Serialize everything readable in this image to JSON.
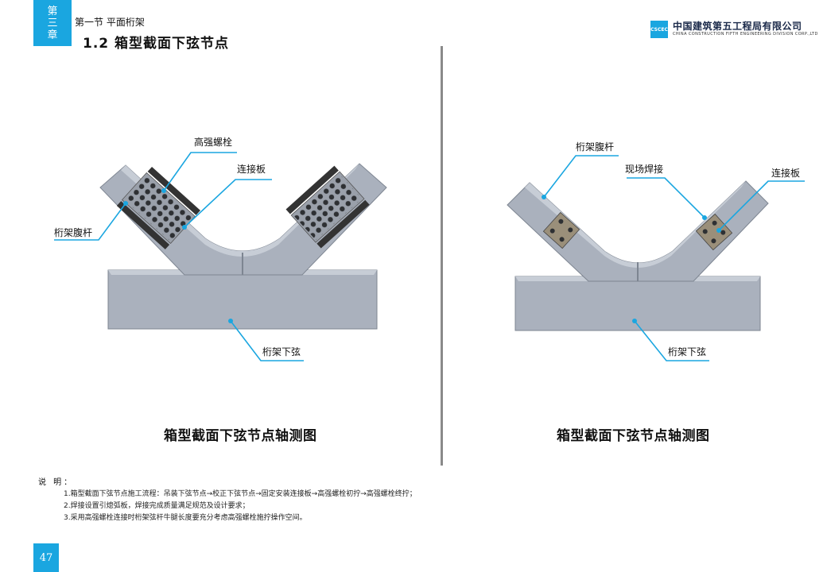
{
  "header": {
    "chapter_line1": "第",
    "chapter_line2": "三",
    "chapter_line3": "章",
    "section": "第一节  平面桁架",
    "title": "1.2 箱型截面下弦节点",
    "company_cn": "中国建筑第五工程局有限公司",
    "company_en": "CHINA CONSTRUCTION FIFTH ENGINEERING DIVISION CORP.,LTD"
  },
  "left_figure": {
    "callout_bolt": "高强螺栓",
    "callout_plate": "连接板",
    "callout_web": "桁架腹杆",
    "callout_chord": "桁架下弦",
    "caption": "箱型截面下弦节点轴测图"
  },
  "right_figure": {
    "callout_web": "桁架腹杆",
    "callout_weld": "现场焊接",
    "callout_plate": "连接板",
    "callout_chord": "桁架下弦",
    "caption": "箱型截面下弦节点轴测图"
  },
  "notes": {
    "heading": "说  明：",
    "items": [
      "1.箱型截面下弦节点施工流程：吊装下弦节点→校正下弦节点→固定安装连接板→高强螺栓初拧→高强螺栓终拧；",
      "2.焊接设置引熄弧板，焊接完成质量满足规范及设计要求；",
      "3.采用高强螺栓连接时桁架弦杆牛腿长度要充分考虑高强螺栓施拧操作空间。"
    ]
  },
  "page_number": "47",
  "colors": {
    "accent": "#1aa6e0",
    "steel": "#aab1bd",
    "steel_dark": "#8e96a3",
    "steel_light": "#c7cdd6",
    "bolt": "#2e3033",
    "plate": "#9a8f7a"
  }
}
